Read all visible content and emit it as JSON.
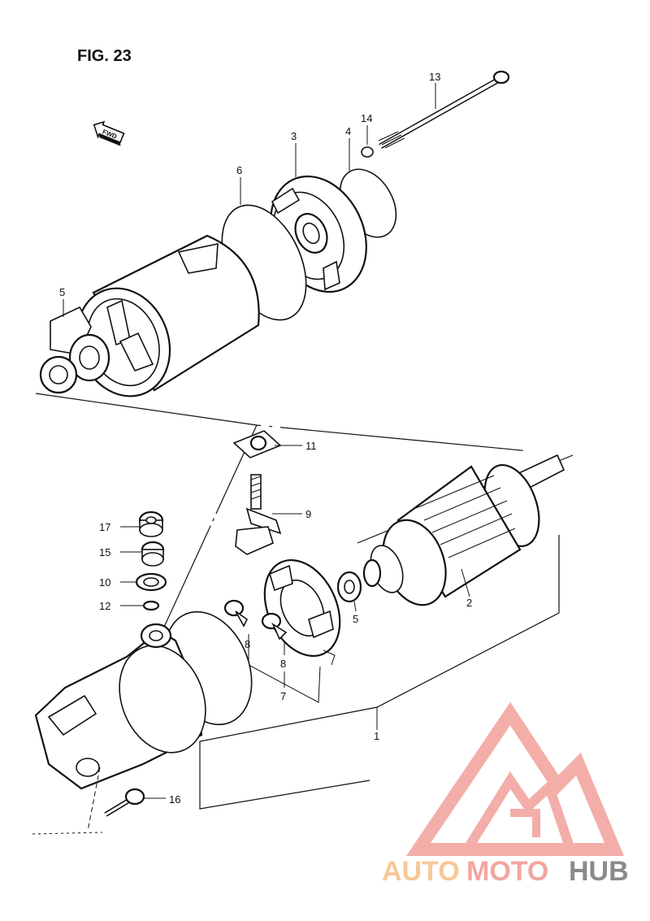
{
  "figure": {
    "title": "FIG. 23",
    "direction_badge": "FWD"
  },
  "callouts": [
    {
      "id": "c1",
      "label": "1"
    },
    {
      "id": "c2",
      "label": "2"
    },
    {
      "id": "c3",
      "label": "3"
    },
    {
      "id": "c4",
      "label": "4"
    },
    {
      "id": "c5a",
      "label": "5"
    },
    {
      "id": "c5b",
      "label": "5"
    },
    {
      "id": "c6",
      "label": "6"
    },
    {
      "id": "c7",
      "label": "7"
    },
    {
      "id": "c8a",
      "label": "8"
    },
    {
      "id": "c8b",
      "label": "8"
    },
    {
      "id": "c9",
      "label": "9"
    },
    {
      "id": "c10",
      "label": "10"
    },
    {
      "id": "c11",
      "label": "11"
    },
    {
      "id": "c12",
      "label": "12"
    },
    {
      "id": "c13",
      "label": "13"
    },
    {
      "id": "c14",
      "label": "14"
    },
    {
      "id": "c15",
      "label": "15"
    },
    {
      "id": "c16",
      "label": "16"
    },
    {
      "id": "c17",
      "label": "17"
    }
  ],
  "watermark": {
    "part1": "AUTO",
    "part2": "MOTO",
    "part3": "HUB",
    "colors": {
      "auto": "#f7c896",
      "moto": "#f2a6a0",
      "hub": "#8a8a8a",
      "logo": "#f2a6a0"
    }
  }
}
